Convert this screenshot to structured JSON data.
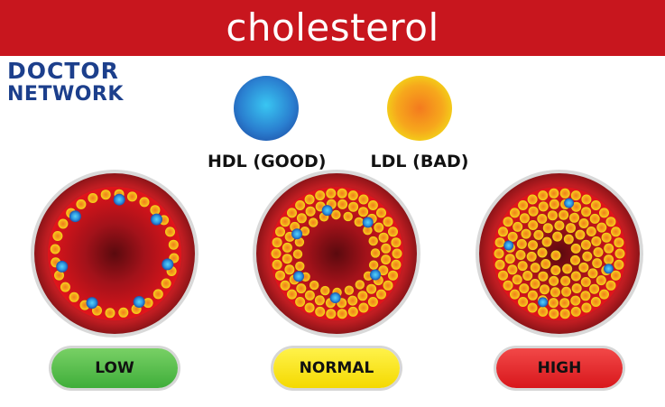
{
  "header": {
    "title": "cholesterol"
  },
  "logo": {
    "line1": "DOCTOR",
    "line2": "NETWORK"
  },
  "legend": {
    "hdl": {
      "label": "HDL (GOOD)",
      "icon": "hdl-ball-icon"
    },
    "ldl": {
      "label": "LDL (BAD)",
      "icon": "ldl-ball-icon"
    }
  },
  "vessels": [
    {
      "level": "LOW",
      "color": "#3fae3a",
      "ldl_density": "low"
    },
    {
      "level": "NORMAL",
      "color": "#f4d900",
      "ldl_density": "medium"
    },
    {
      "level": "HIGH",
      "color": "#d8171c",
      "ldl_density": "high"
    }
  ],
  "colors": {
    "banner": "#c8161e",
    "vessel_wall": "#b81d22",
    "hdl": "#2a7fd0",
    "ldl": "#f6a81c",
    "logo": "#1c3f8c"
  }
}
